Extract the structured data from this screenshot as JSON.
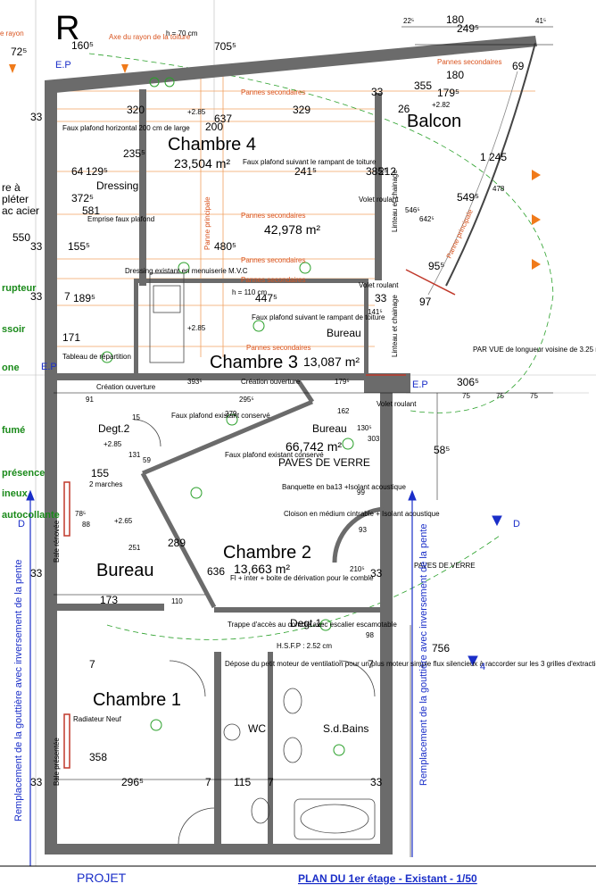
{
  "corner_letter": "R",
  "top_labels": {
    "rayon": "e rayon",
    "axe": "Axe du rayon de la toiture",
    "h70": "h = 70 cm",
    "ep": "E.P"
  },
  "top_dims": [
    "72⁵",
    "160⁵",
    "705⁵",
    "22⁵",
    "180",
    "249⁵",
    "41⁵"
  ],
  "rooms": [
    {
      "id": "chambre4",
      "name": "Chambre 4",
      "area": "23,504 m²"
    },
    {
      "id": "balcon",
      "name": "Balcon",
      "area": ""
    },
    {
      "id": "chambre3",
      "name": "Chambre 3",
      "area": "13,087 m²"
    },
    {
      "id": "chambre2",
      "name": "Chambre 2",
      "area": "13,663 m²"
    },
    {
      "id": "chambre1",
      "name": "Chambre 1",
      "area": ""
    },
    {
      "id": "bureau_big",
      "name": "Bureau",
      "area": "66,742 m²"
    },
    {
      "id": "bureau_left",
      "name": "Bureau",
      "area": ""
    },
    {
      "id": "bureau_small",
      "name": "Bureau",
      "area": ""
    },
    {
      "id": "dressing",
      "name": "Dressing",
      "area": ""
    },
    {
      "id": "degt2",
      "name": "Degt.2",
      "area": ""
    },
    {
      "id": "degt1",
      "name": "Degt.1",
      "area": ""
    },
    {
      "id": "wc",
      "name": "WC",
      "area": ""
    },
    {
      "id": "sdbains",
      "name": "S.d.Bains",
      "area": ""
    }
  ],
  "center_area": "42,978 m²",
  "dimensions": {
    "d637": "637",
    "d329": "329",
    "d320": "320",
    "d200": "200",
    "d235": "235⁵",
    "d129": "129⁵",
    "d64": "64",
    "d33": "33",
    "d372": "372⁵",
    "d581": "581",
    "d155": "155⁵",
    "d480": "480⁵",
    "d189": "189⁵",
    "d447": "447⁵",
    "d171": "171",
    "d7": "7",
    "d550": "550",
    "d385": "385⁵",
    "d241": "241⁵",
    "d212": "212",
    "d546": "546⁵",
    "d642": "642⁵",
    "d26": "26",
    "d180b": "180",
    "d179": "179⁵",
    "d69": "69",
    "d355": "355",
    "d1245": "1 245",
    "d549": "549⁵",
    "d478": "478",
    "d95": "95⁵",
    "d97": "97",
    "d393": "393⁵",
    "d295": "295⁵",
    "d179c": "179⁵",
    "d162": "162",
    "d306": "306⁵",
    "d75": "75",
    "d91": "91",
    "d15": "15",
    "d279": "279",
    "d131": "131",
    "d59": "59",
    "d155b": "155",
    "d88": "88",
    "d78": "78⁵",
    "d251": "251",
    "d289": "289",
    "d636": "636",
    "d173": "173",
    "d110": "110",
    "d210": "210⁵",
    "d93": "93",
    "d99": "99",
    "d58": "58⁵",
    "d358": "358",
    "d296": "296⁵",
    "d115": "115",
    "d756": "756",
    "d141": "141⁵",
    "d285": "+2.85",
    "d282": "+2.82",
    "d265": "+2.65",
    "d130": "130⁵",
    "d303": "303",
    "d98": "98"
  },
  "notes": {
    "faux_horizontal": "Faux plafond horizontal 200 cm de large",
    "faux_rampant": "Faux plafond suivant le rampant de toiture",
    "faux_rampant2": "Faux plafond suivant le rampant de toiture",
    "emprise": "Emprise faux plafond",
    "pannes": "Pannes secondaires",
    "panne_principale": "Panne principale",
    "volet": "Volet roulant",
    "linteau": "Linteau et chainage",
    "h110": "h = 110 cm",
    "tableau": "Tableau de répartition",
    "creation": "Création ouverture",
    "faux_existant": "Faux plafond existant conservé",
    "paves": "PAVES DE VERRE",
    "banquette": "Banquette en ba13 +Isolant acoustique",
    "cloison": "Cloison en médium cintrable + Isolant acoustique",
    "marches": "2 marches",
    "trappe": "Trappe d'accès au comble avec escalier escamotable",
    "hsfp": "H.S.F.P : 2.52 cm",
    "fl_inter": "Fl + inter + boite de dérivation pour le comble",
    "depose": "Dépose du petit moteur de ventilation pour un plus moteur simple flux silencieux à raccorder sur les 3 grilles d'extraction qui seront préservées.",
    "radiateur": "Radiateur Neuf",
    "bale": "Bale présentée",
    "par_vue": "PAR VUE de longueur voisine de 3.25 ml",
    "rempl": "Remplacement de la gouttière avec inversement de la pente",
    "dressing_mv": "Dressing existant en menuiserie M.V.C",
    "bale_renovee": "Bale rénovée"
  },
  "left_legend": [
    "re à",
    "pléter",
    "ac acier",
    "rupteur",
    "ssoir",
    "one",
    "fumé",
    "présence",
    "ineux",
    "autocollante"
  ],
  "section_markers": {
    "d_left": "D",
    "d_right": "D",
    "four": "4",
    "ep_left": "E.P",
    "ep_right": "E.P"
  },
  "footer": {
    "left": "PROJET",
    "right": "PLAN DU 1er étage - Existant - 1/50"
  },
  "colors": {
    "wall": "#6b6b6b",
    "dim_line": "#000000",
    "accent_orange": "#f07a1a",
    "accent_green": "#2aa02a",
    "accent_blue": "#1a2ec8",
    "accent_red": "#c0392b"
  }
}
